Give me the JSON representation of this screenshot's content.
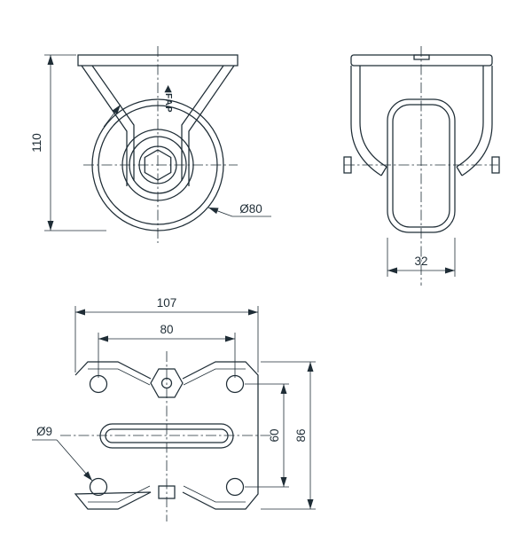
{
  "drawing": {
    "background": "#ffffff",
    "line_color": "#1f2d36",
    "front_view": {
      "height_dim": "110",
      "wheel_diameter_dim": "Ø80",
      "logo": "◀FAP"
    },
    "side_view": {
      "wheel_width_dim": "32"
    },
    "top_view": {
      "plate_width_dim": "107",
      "bolt_spacing_x_dim": "80",
      "bolt_spacing_y_dim": "60",
      "plate_depth_dim": "86",
      "hole_diameter_dim": "Ø9"
    }
  }
}
